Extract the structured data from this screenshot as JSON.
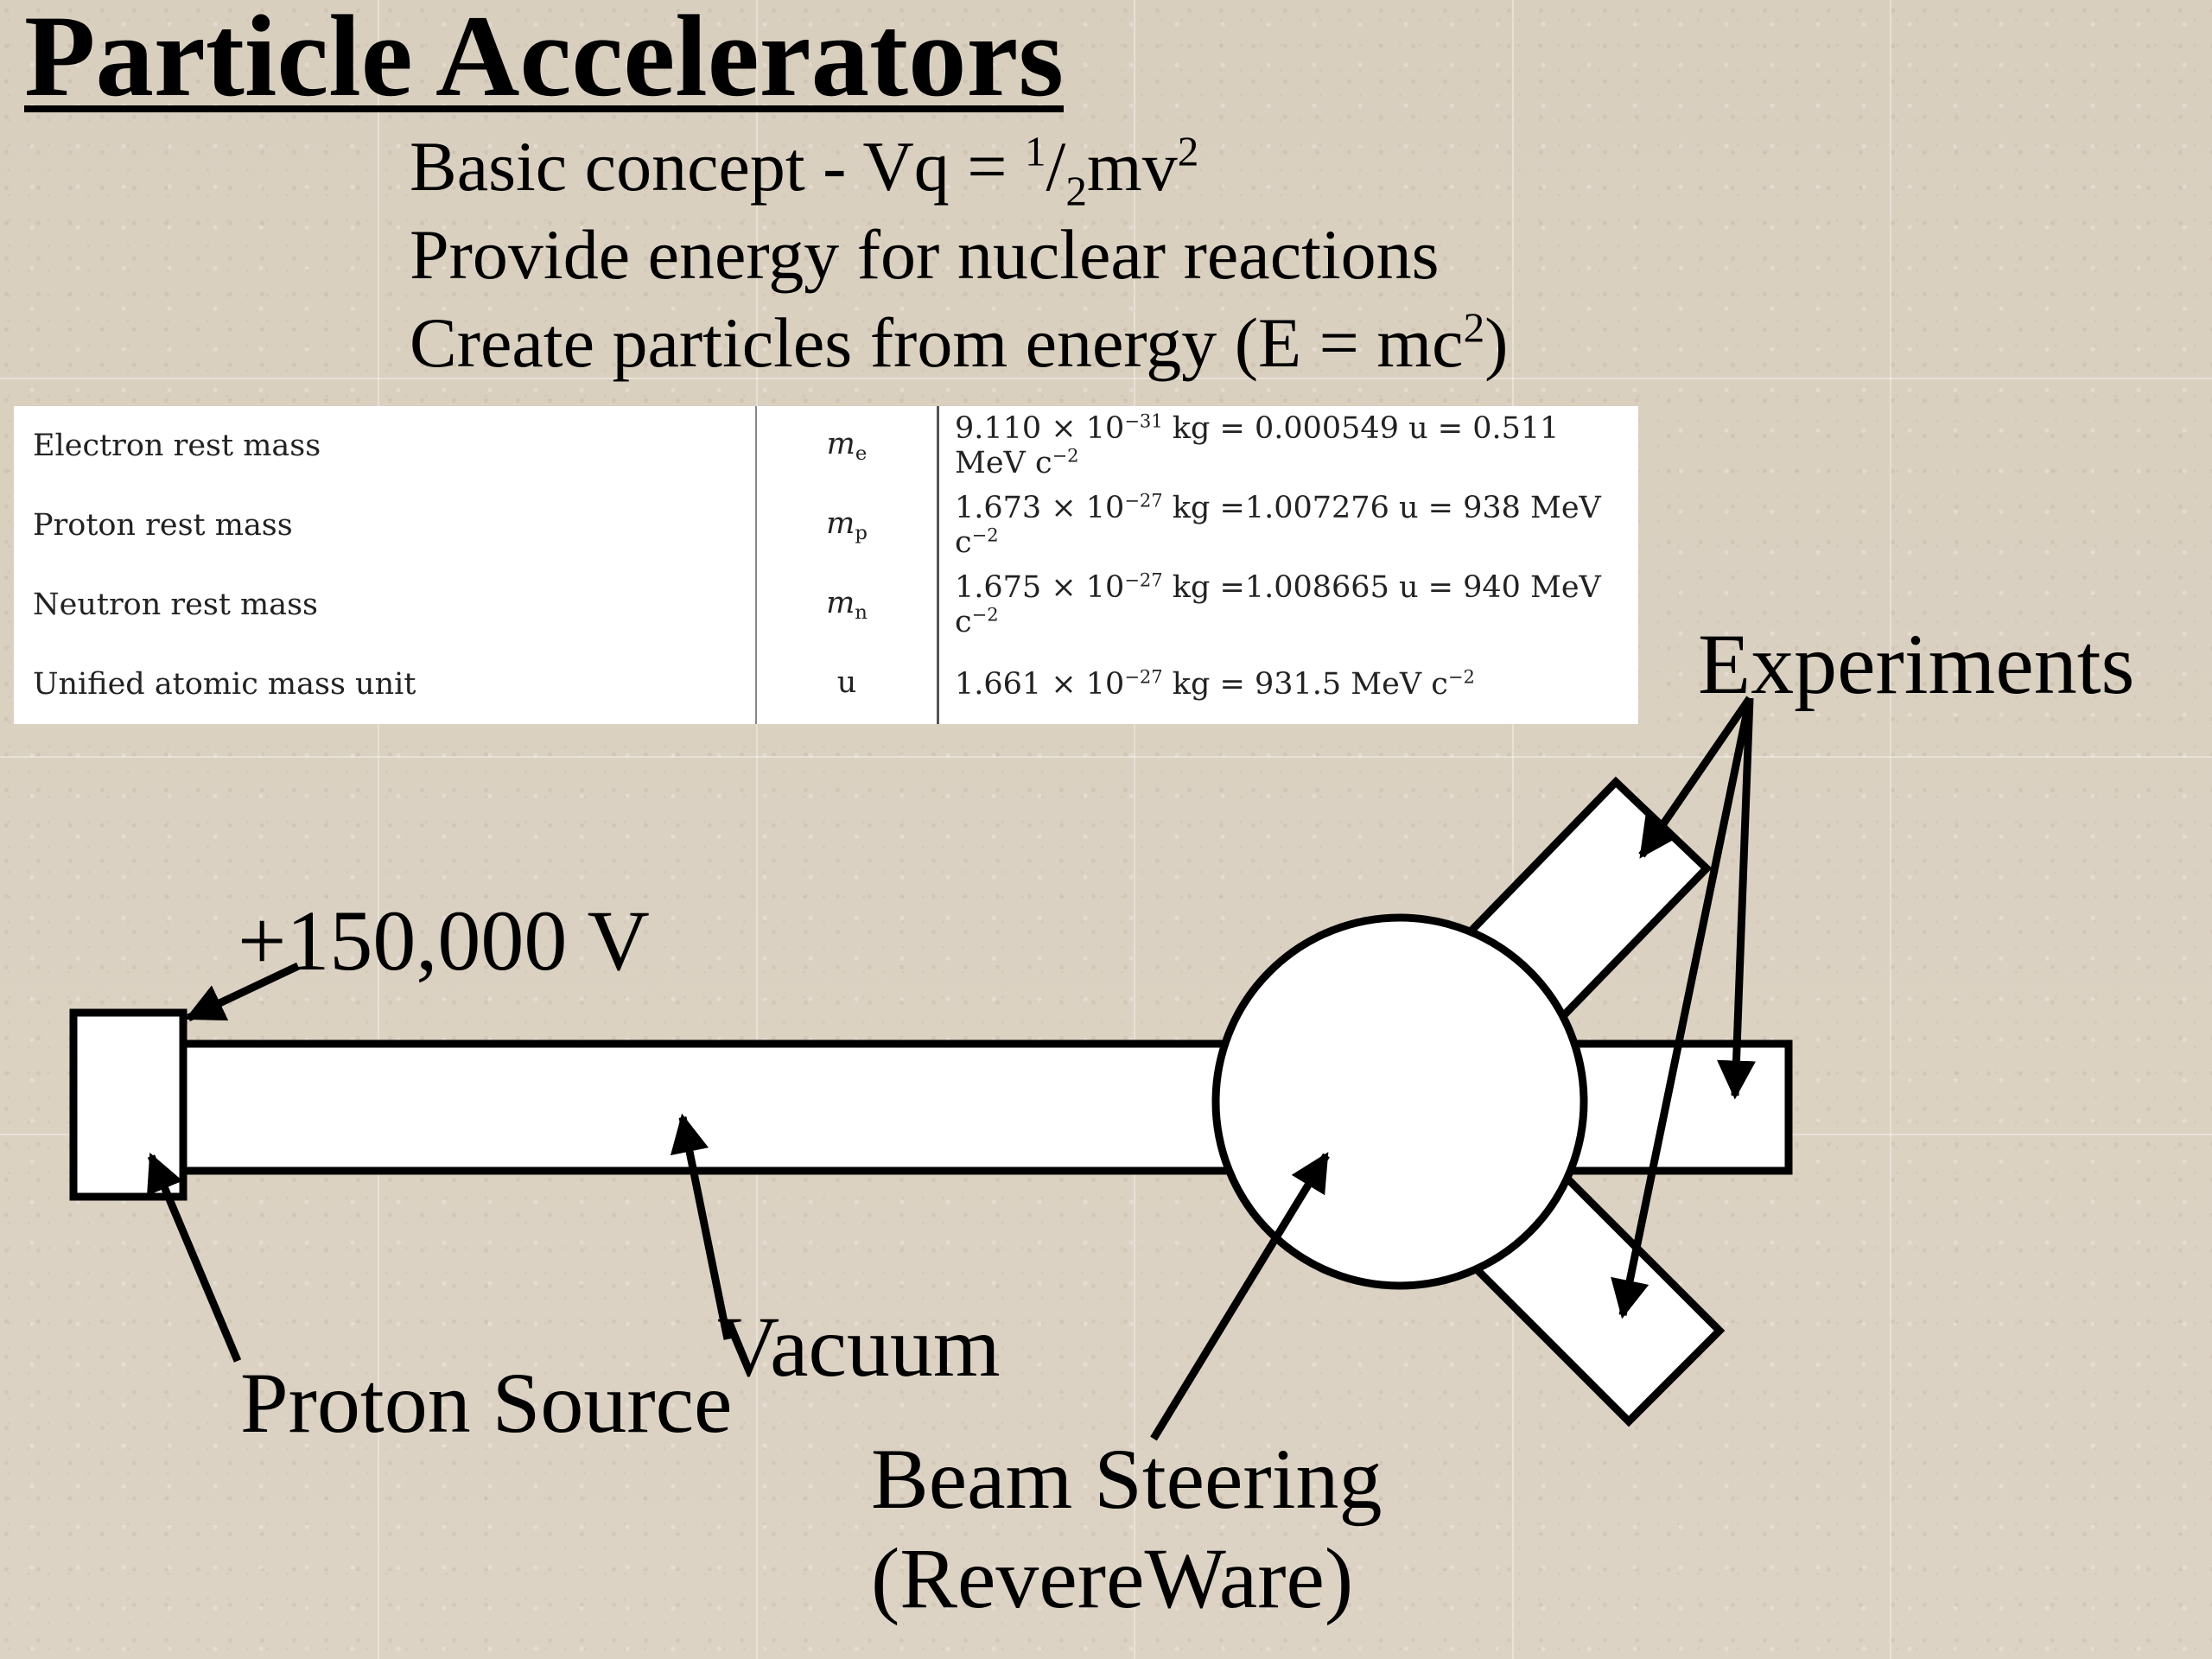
{
  "title": "Particle Accelerators",
  "bullets": {
    "concept_prefix": "Basic concept - Vq = ",
    "concept_num": "1",
    "concept_slash": "/",
    "concept_den": "2",
    "concept_mv": "mv",
    "concept_exp": "2",
    "energy": "Provide energy for nuclear reactions",
    "create_prefix": "Create particles from energy  (E = mc",
    "create_exp": "2",
    "create_suffix": ")"
  },
  "constants_table": {
    "rows": [
      {
        "name": "Electron rest mass",
        "symbol": "m",
        "symbol_sub": "e",
        "value": "9.110 × 10",
        "exp": "−31",
        "value_rest": " kg = 0.000549 u = 0.511 MeV c",
        "unit_exp": "−2"
      },
      {
        "name": "Proton rest mass",
        "symbol": "m",
        "symbol_sub": "p",
        "value": "1.673 × 10",
        "exp": "−27",
        "value_rest": " kg =1.007276 u = 938 MeV c",
        "unit_exp": "−2"
      },
      {
        "name": "Neutron rest mass",
        "symbol": "m",
        "symbol_sub": "n",
        "value": "1.675 × 10",
        "exp": "−27",
        "value_rest": " kg =1.008665 u = 940 MeV c",
        "unit_exp": "−2"
      },
      {
        "name": "Unified atomic mass unit",
        "symbol": "u",
        "symbol_sub": "",
        "value": "1.661 × 10",
        "exp": "−27",
        "value_rest": " kg = 931.5 MeV c",
        "unit_exp": "−2"
      }
    ]
  },
  "diagram": {
    "voltage_label": "+150,000 V",
    "experiments_label": "Experiments",
    "vacuum_label": "Vacuum",
    "source_label": "Proton Source",
    "steering_label_line1": "Beam Steering",
    "steering_label_line2": "(RevereWare)",
    "stroke_color": "#000000",
    "fill_color": "#ffffff"
  }
}
